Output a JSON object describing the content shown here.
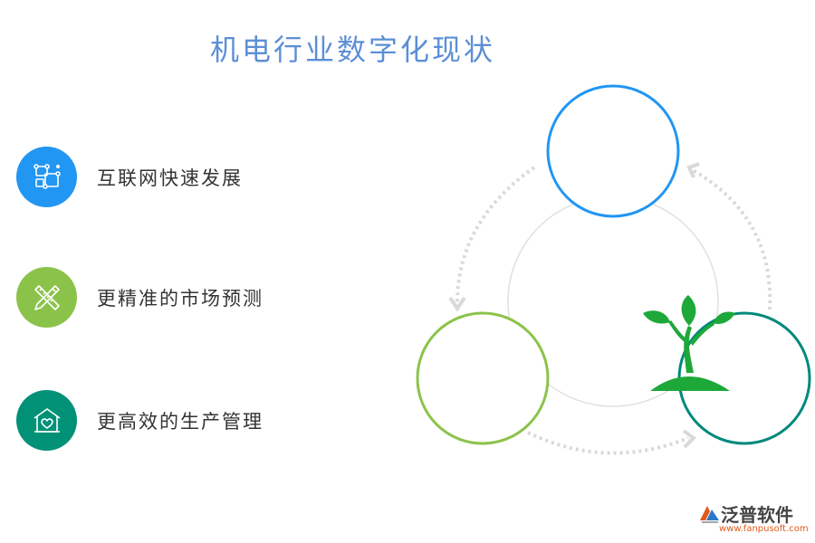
{
  "title": "机电行业数字化现状",
  "items": [
    {
      "label": "互联网快速发展",
      "icon": "network-nodes-icon",
      "color": "#2196f3"
    },
    {
      "label": "更精准的市场预测",
      "icon": "pencil-ruler-icon",
      "color": "#8bc34a"
    },
    {
      "label": "更高效的生产管理",
      "icon": "house-heart-icon",
      "color": "#009177"
    }
  ],
  "diagram": {
    "circle_colors": {
      "top": "#2196f3",
      "left": "#8bc34a",
      "right": "#00897b"
    },
    "sprout_color": "#1ea83a",
    "arrow_color": "#d9d9d9",
    "center_ring_color": "#e0e0e0",
    "icons": [
      "sprout-icon"
    ]
  },
  "logo": {
    "brand": "泛普软件",
    "url": "www.fanpusoft.com",
    "icon": "fanpu-logo-icon"
  }
}
